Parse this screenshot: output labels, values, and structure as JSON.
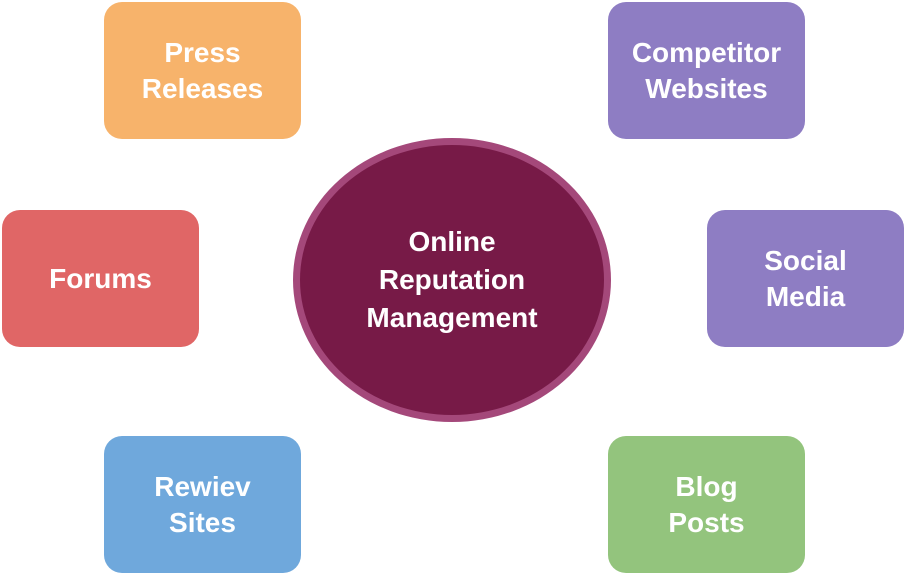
{
  "center": {
    "label": "Online\nReputation\nManagement",
    "fill": "#771a47",
    "border": "#a4487a"
  },
  "nodes": [
    {
      "id": "press-releases",
      "label": "Press\nReleases",
      "color": "#f7b36b"
    },
    {
      "id": "competitor-websites",
      "label": "Competitor\nWebsites",
      "color": "#8e7dc3"
    },
    {
      "id": "forums",
      "label": "Forums",
      "color": "#e06666"
    },
    {
      "id": "social-media",
      "label": "Social\nMedia",
      "color": "#8e7dc3"
    },
    {
      "id": "review-sites",
      "label": "Rewiev\nSites",
      "color": "#6fa8dc"
    },
    {
      "id": "blog-posts",
      "label": "Blog\nPosts",
      "color": "#93c47d"
    }
  ]
}
